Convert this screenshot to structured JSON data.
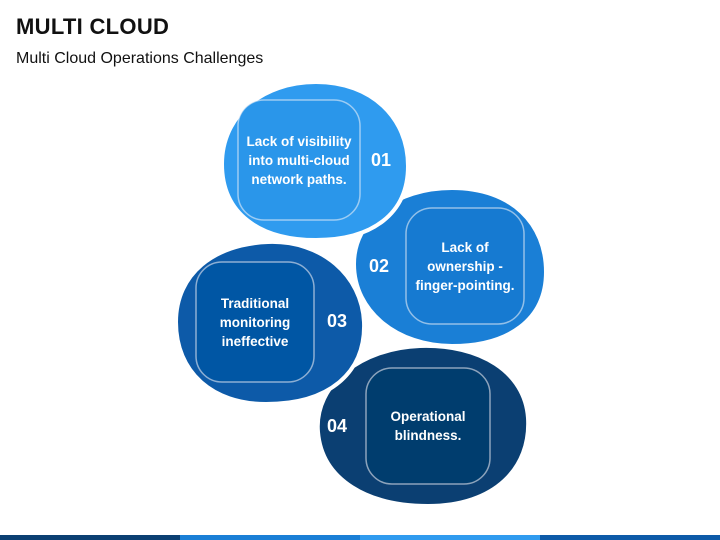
{
  "header": {
    "title": "MULTI CLOUD",
    "subtitle": "Multi Cloud Operations Challenges"
  },
  "colors": {
    "step1": "#2f9bef",
    "step2": "#1a7fd6",
    "step3": "#0d5aa8",
    "step4": "#0b3f72",
    "outline": "#ffffff"
  },
  "steps": [
    {
      "number": "01",
      "text": "Lack of visibility into multi-cloud network paths."
    },
    {
      "number": "02",
      "text": "Lack of ownership - finger-pointing."
    },
    {
      "number": "03",
      "text": "Traditional monitoring ineffective"
    },
    {
      "number": "04",
      "text": "Operational blindness."
    }
  ],
  "footer_bar_colors": [
    "#0b3f72",
    "#1a7fd6",
    "#2f9bef",
    "#0d5aa8"
  ]
}
